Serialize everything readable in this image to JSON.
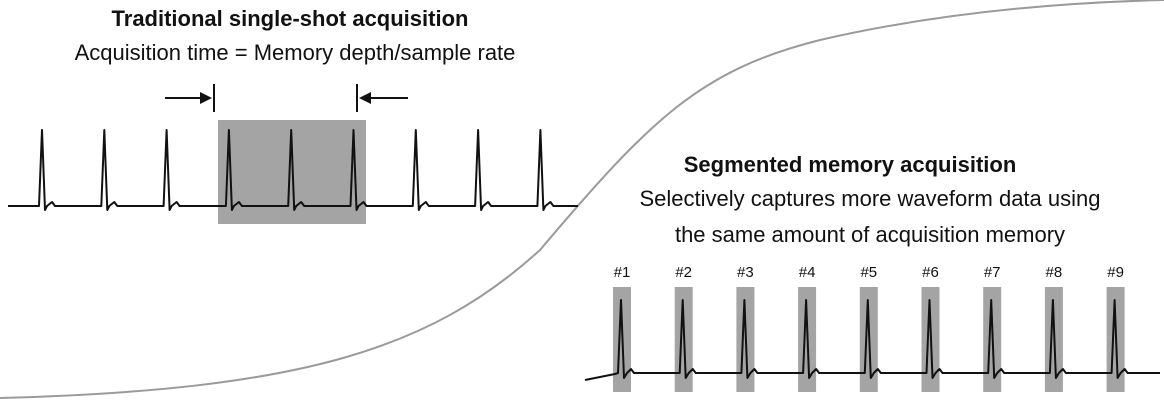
{
  "traditional": {
    "title": "Traditional single-shot acquisition",
    "subtitle": "Acquisition time = Memory depth/sample rate",
    "pulse_count": 9,
    "captured_pulses": 3
  },
  "segmented": {
    "title": "Segmented memory acquisition",
    "subtitle_line1": "Selectively captures more waveform data using",
    "subtitle_line2": "the same amount of acquisition memory",
    "segments": [
      "#1",
      "#2",
      "#3",
      "#4",
      "#5",
      "#6",
      "#7",
      "#8",
      "#9"
    ]
  },
  "colors": {
    "highlight": "#a4a4a4",
    "line": "#111111",
    "divider_curve": "#9a9a9a"
  }
}
